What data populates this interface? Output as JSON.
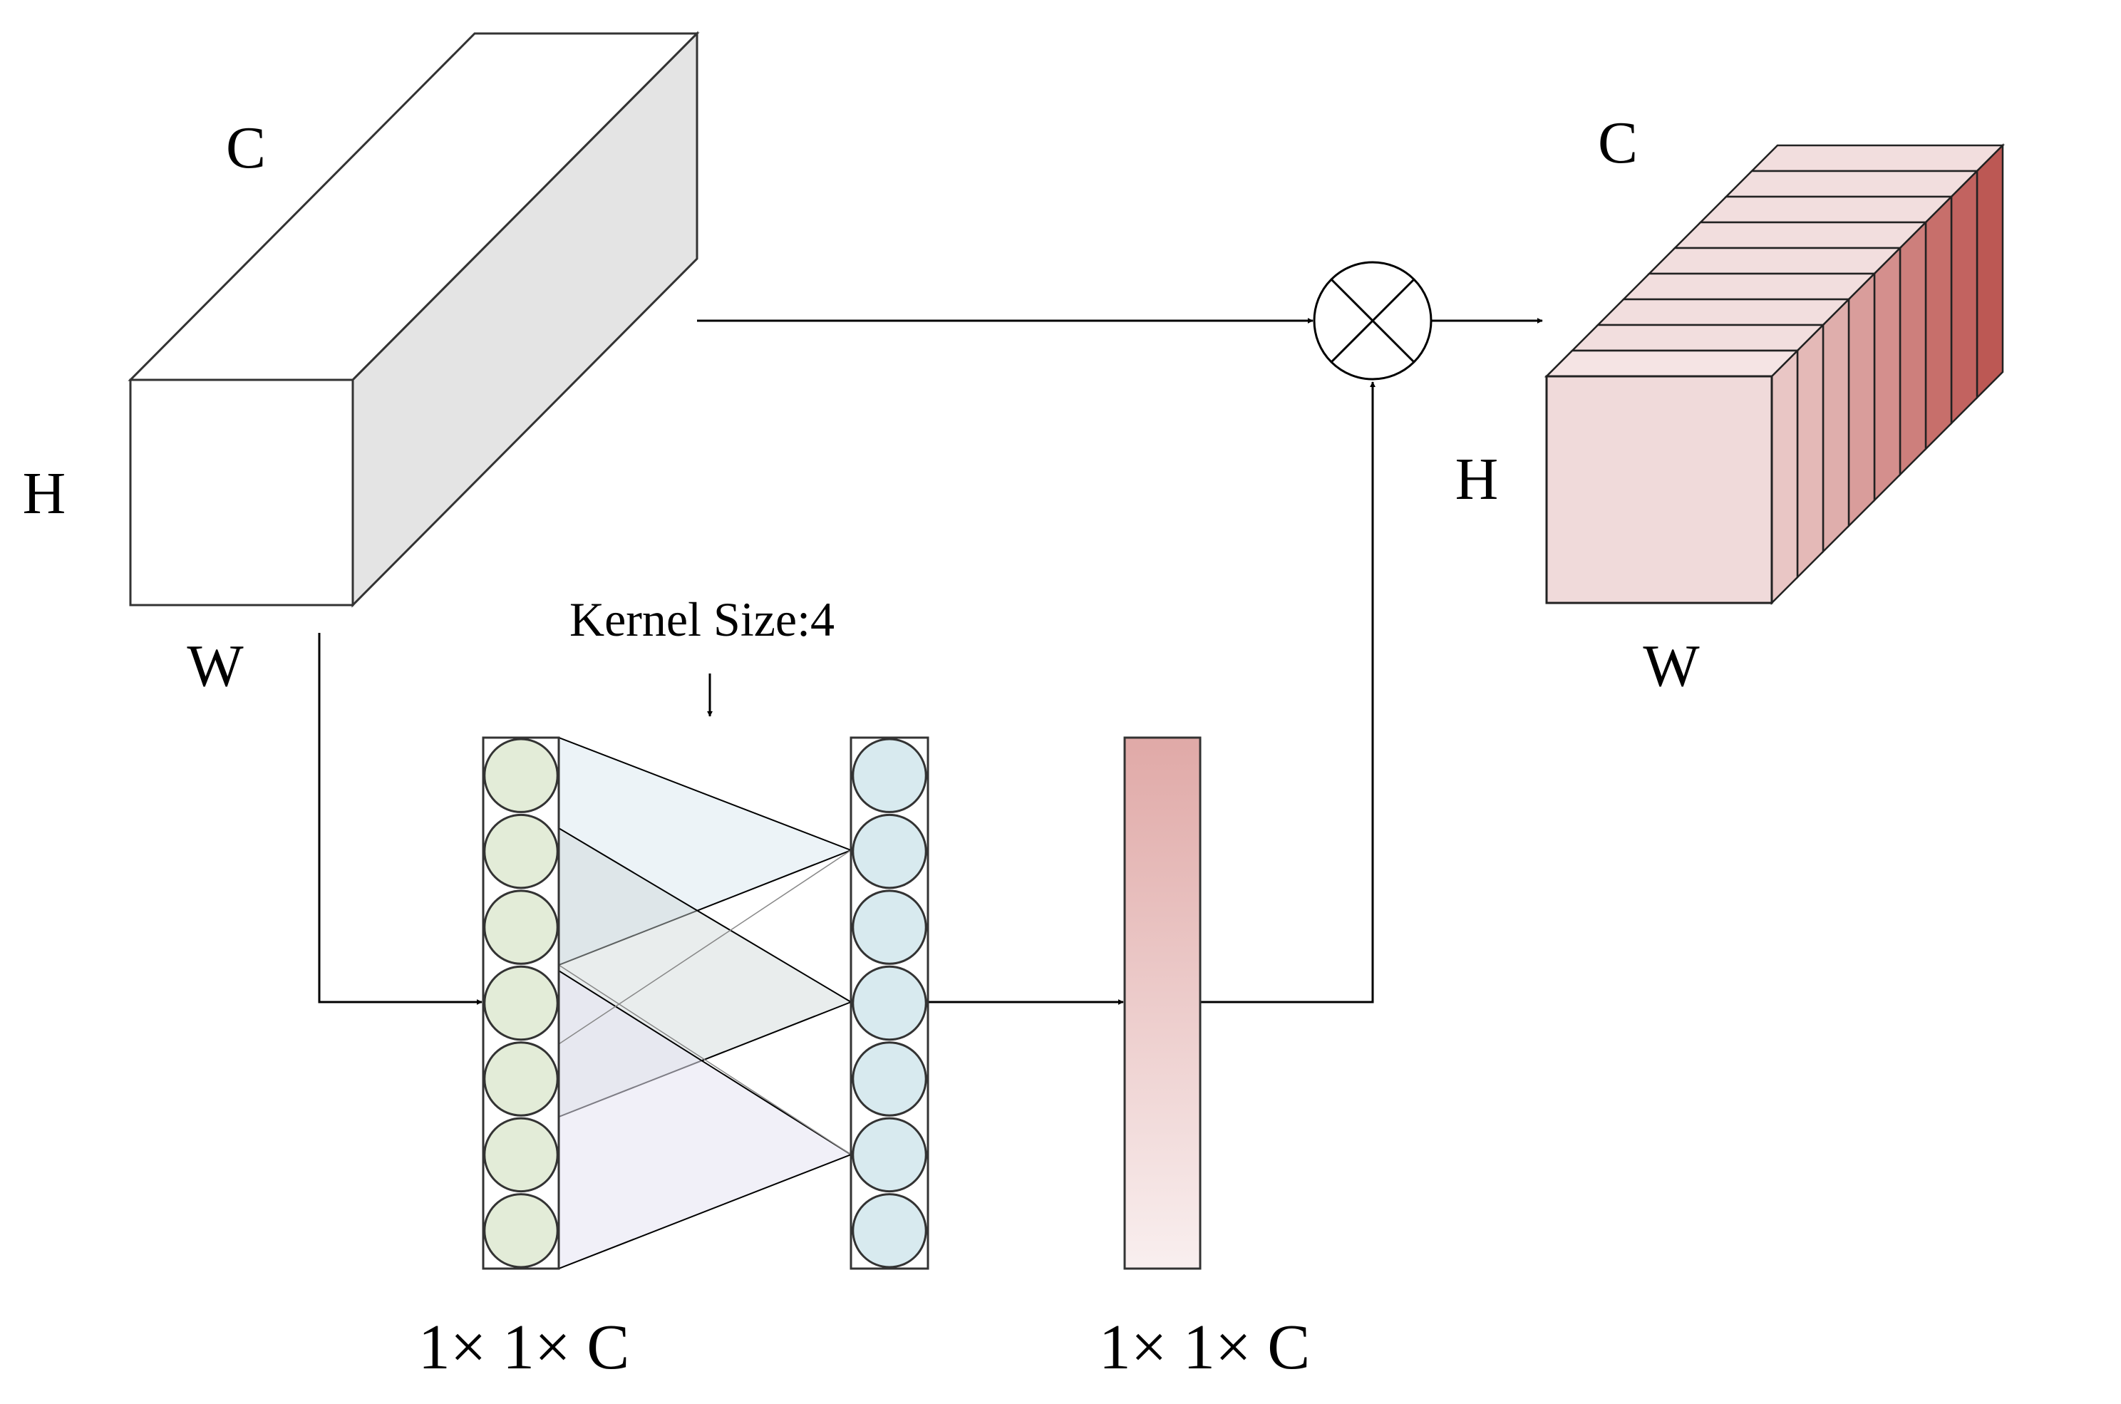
{
  "input_tensor": {
    "label_c": "C",
    "label_h": "H",
    "label_w": "W"
  },
  "output_tensor": {
    "label_c": "C",
    "label_h": "H",
    "label_w": "W"
  },
  "kernel_label": "Kernel Size:4",
  "pooled_vector_label": "1× 1× C",
  "attention_vector_label": "1× 1× C",
  "colors": {
    "input_front": "#ffffff",
    "input_top": "#ffffff",
    "input_side": "#e4e4e4",
    "pooled_node": "#e3ecd8",
    "conv_node": "#d8eaef",
    "weights_gradient": [
      "#e0a9a7",
      "#f9efef"
    ],
    "output_front": "#f0dada",
    "output_slices": [
      "#e9c6c5",
      "#e4b9b7",
      "#dfaeac",
      "#d99d9b",
      "#d48f8d",
      "#cd7f7c",
      "#c76f6b",
      "#c26360",
      "#bc5854"
    ]
  }
}
